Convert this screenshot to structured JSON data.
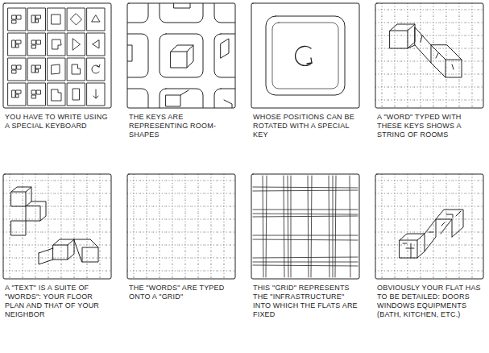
{
  "diagram": {
    "labels": [
      "YOU HAVE TO WRITE USING A SPECIAL KEYBOARD",
      "THE KEYS ARE REPRESENTING ROOM-SHAPES",
      "WHOSE POSITIONS CAN BE ROTATED WITH A SPECIAL KEY",
      "A \"WORD\" TYPED WITH THESE KEYS SHOWS A STRING OF ROOMS",
      "A \"TEXT\" IS A SUITE OF \"WORDS\": YOUR FLOOR PLAN AND THAT OF YOUR NEIGHBOR",
      "THE \"WORDS\" ARE TYPED ONTO A \"GRID\"",
      "THIS \"GRID\" REPRESENTS THE \"INFRASTRUCTURE\" INTO WHICH THE FLATS ARE FIXED",
      "OBVIOUSLY YOUR FLAT HAS TO BE DETAILED: DOORS WINDOWS EQUIPMENTS (BATH, KITCHEN, ETC.)"
    ]
  }
}
